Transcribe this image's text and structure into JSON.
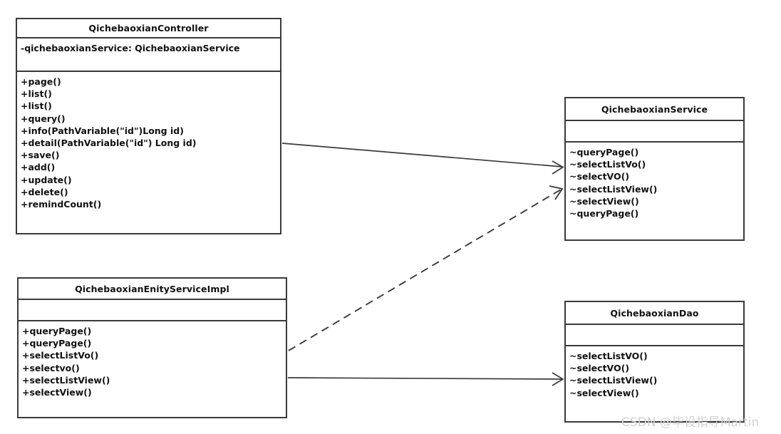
{
  "diagram": {
    "type": "uml-class-diagram",
    "stroke_color": "#3a3a3a",
    "background": "#ffffff",
    "classes": [
      {
        "id": "controller",
        "name": "QichebaoxianController",
        "attributes": [
          "-qichebaoxianService: QichebaoxianService"
        ],
        "operations": [
          "+page()",
          "+list()",
          "+list()",
          "+query()",
          "+info(PathVariable(\"id\")Long id)",
          "+detail(PathVariable(\"id\") Long id)",
          "+save()",
          "+add()",
          "+update()",
          "+delete()",
          "+remindCount()"
        ]
      },
      {
        "id": "service",
        "name": "QichebaoxianService",
        "attributes": [],
        "operations": [
          "~queryPage()",
          "~selectListVo()",
          "~selectVO()",
          "~selectListView()",
          "~selectView()",
          "~queryPage()"
        ]
      },
      {
        "id": "serviceimpl",
        "name": "QichebaoxianEnityServiceImpl",
        "attributes": [],
        "operations": [
          "+queryPage()",
          "+queryPage()",
          "+selectListVo()",
          "+selectvo()",
          "+selectListView()",
          "+selectView()"
        ]
      },
      {
        "id": "dao",
        "name": "QichebaoxianDao",
        "attributes": [],
        "operations": [
          "~selectListVO()",
          "~selectVO()",
          "~selectListView()",
          "~selectView()"
        ]
      }
    ],
    "connectors": [
      {
        "id": "controller-to-service",
        "style": "solid",
        "from": "controller",
        "to": "service"
      },
      {
        "id": "serviceimpl-to-service",
        "style": "dashed",
        "from": "serviceimpl",
        "to": "service"
      },
      {
        "id": "serviceimpl-to-dao",
        "style": "solid",
        "from": "serviceimpl",
        "to": "dao"
      }
    ]
  },
  "watermark": {
    "text": "CSDN @毕设指导Martin",
    "color": "#d2d2d2"
  }
}
